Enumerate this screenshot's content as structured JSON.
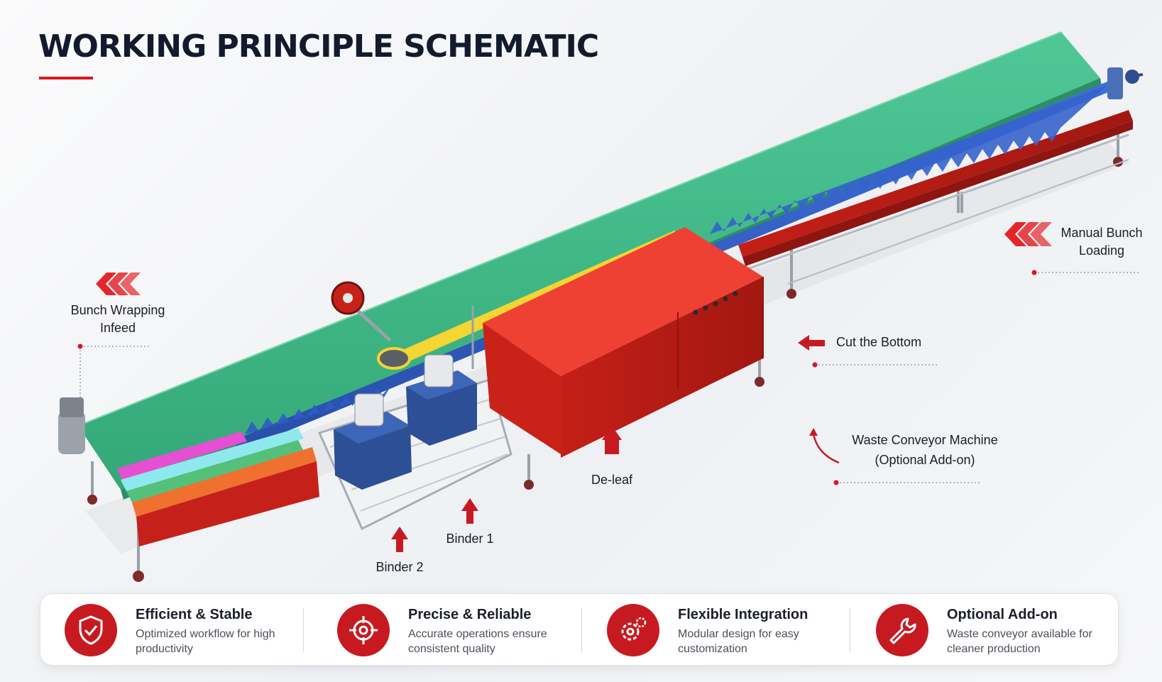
{
  "title": "WORKING PRINCIPLE SCHEMATIC",
  "colors": {
    "accent": "#d71920",
    "dark_text": "#141a2e",
    "belt_green": "#3fb887",
    "belt_blue": "#2f5bc4",
    "machine_red": "#d9261c"
  },
  "labels": {
    "bunch_wrapping": "Bunch Wrapping\nInfeed",
    "manual_loading": "Manual Bunch\nLoading",
    "cut_bottom": "Cut the Bottom",
    "waste_conveyor": "Waste Conveyor Machine\n(Optional Add-on)",
    "deleaf": "De-leaf",
    "binder1": "Binder 1",
    "binder2": "Binder 2"
  },
  "features": [
    {
      "icon": "shield-check-icon",
      "title": "Efficient & Stable",
      "description": "Optimized workflow for high productivity"
    },
    {
      "icon": "target-icon",
      "title": "Precise & Reliable",
      "description": "Accurate operations ensure consistent quality"
    },
    {
      "icon": "gear-icon",
      "title": "Flexible Integration",
      "description": "Modular design for easy customization"
    },
    {
      "icon": "wrench-icon",
      "title": "Optional Add-on",
      "description": "Waste conveyor available for cleaner production"
    }
  ]
}
